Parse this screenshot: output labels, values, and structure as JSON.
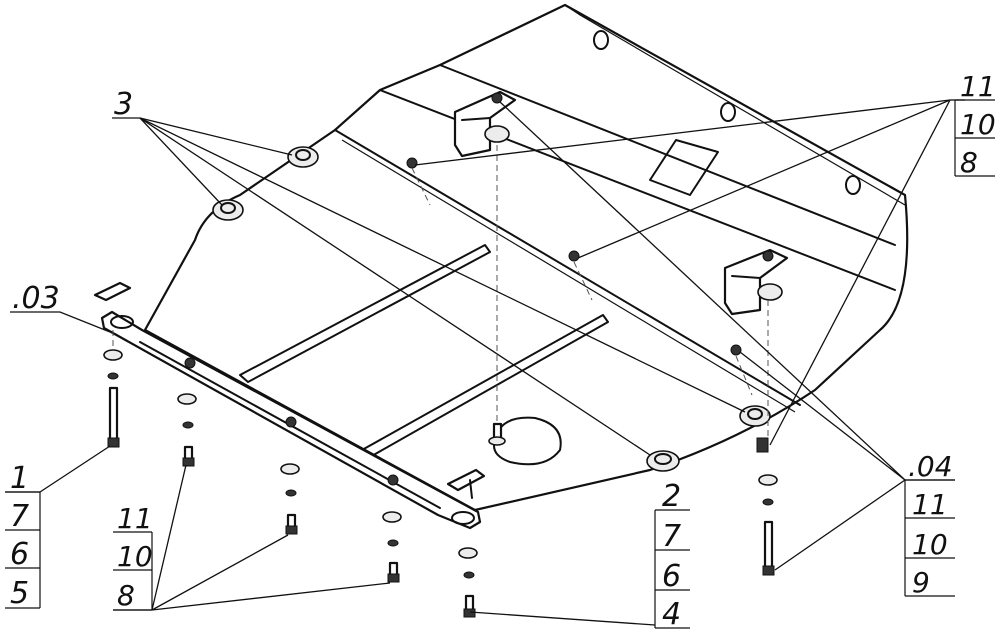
{
  "callouts": {
    "top_left": "3",
    "left_part": ".03",
    "left_stack": [
      "1",
      "7",
      "6",
      "5"
    ],
    "mid_stack": [
      "11",
      "10",
      "8"
    ],
    "bottom_stack": [
      "2",
      "7",
      "6",
      "4"
    ],
    "top_right_stack": [
      "11",
      "10",
      "8"
    ],
    "right_stack": [
      ".04",
      "11",
      "10",
      "9"
    ]
  }
}
